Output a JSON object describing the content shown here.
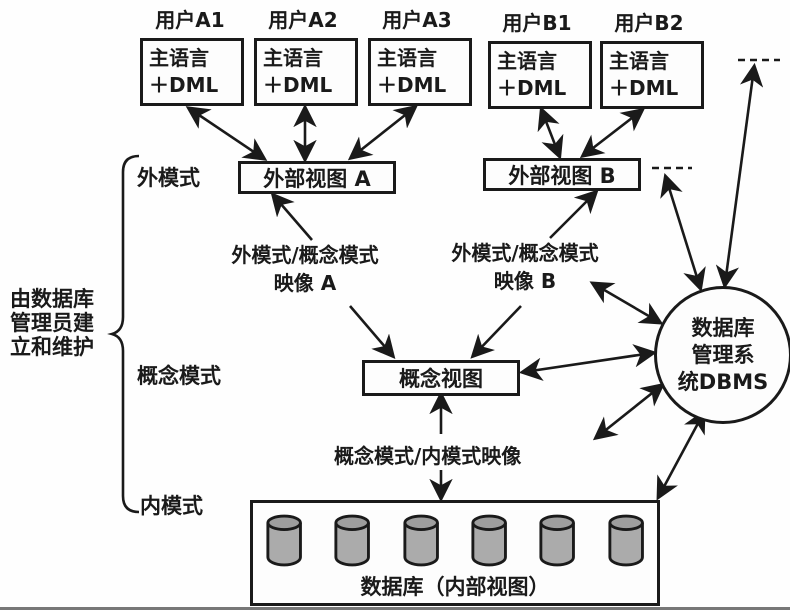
{
  "diagram": {
    "title_hint": "database three-schema architecture",
    "users": [
      {
        "label": "用户A1",
        "box_line1": "主语言",
        "box_line2": "＋DML"
      },
      {
        "label": "用户A2",
        "box_line1": "主语言",
        "box_line2": "＋DML"
      },
      {
        "label": "用户A3",
        "box_line1": "主语言",
        "box_line2": "＋DML"
      },
      {
        "label": "用户B1",
        "box_line1": "主语言",
        "box_line2": "＋DML"
      },
      {
        "label": "用户B2",
        "box_line1": "主语言",
        "box_line2": "＋DML"
      }
    ],
    "external_views": [
      {
        "label": "外部视图 A"
      },
      {
        "label": "外部视图 B"
      }
    ],
    "schema_labels": {
      "external": "外模式",
      "conceptual": "概念模式",
      "internal": "内模式"
    },
    "admin_note": {
      "line1": "由数据库",
      "line2": "管理员建",
      "line3": "立和维护"
    },
    "mappings": {
      "a_line1": "外模式/概念模式",
      "a_line2": "映像 A",
      "b_line1": "外模式/概念模式",
      "b_line2": "映像 B",
      "conceptual_internal": "概念模式/内模式映像"
    },
    "conceptual_view": {
      "label": "概念视图"
    },
    "dbms": {
      "line1": "数据库",
      "line2": "管理系",
      "line3": "统DBMS"
    },
    "database": {
      "label": "数据库（内部视图）",
      "cylinder_count": "6"
    },
    "colors": {
      "ink": "#1a1a1a",
      "cylinder_fill": "#ababab",
      "cylinder_top": "#9e9e9e",
      "background": "#fefefe"
    }
  }
}
